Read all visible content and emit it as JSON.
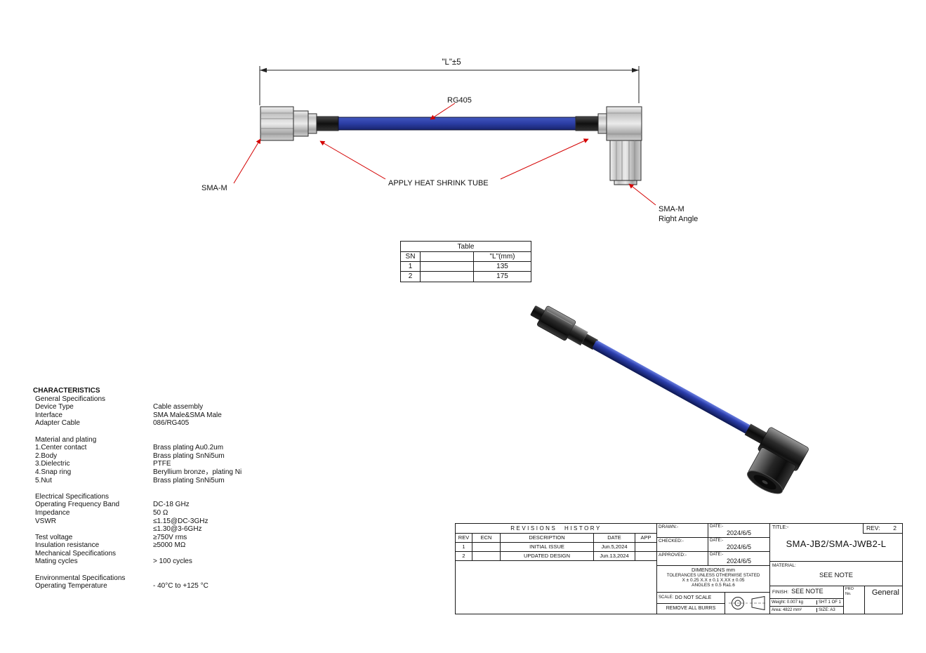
{
  "drawing": {
    "dim_label": "\"L\"±5",
    "cable_label": "RG405",
    "left_connector_label": "SMA-M",
    "heat_shrink_label": "APPLY HEAT SHRINK TUBE",
    "right_connector_label_line1": "SMA-M",
    "right_connector_label_line2": "Right Angle"
  },
  "length_table": {
    "title": "Table",
    "sn_header": "SN",
    "length_header": "\"L\"(mm)",
    "rows": [
      {
        "sn": "1",
        "length": "135"
      },
      {
        "sn": "2",
        "length": "175"
      }
    ]
  },
  "characteristics": {
    "rows": [
      {
        "label": "CHARACTERISTICS",
        "value": ""
      },
      {
        "label": "General Specifications",
        "value": ""
      },
      {
        "label": "Device Type",
        "value": "Cable assembly"
      },
      {
        "label": "Interface",
        "value": "SMA Male&SMA Male"
      },
      {
        "label": "Adapter Cable",
        "value": "086/RG405"
      },
      {
        "label": "",
        "value": ""
      },
      {
        "label": "Material and plating",
        "value": ""
      },
      {
        "label": "1.Center contact",
        "value": "Brass plating Au0.2um"
      },
      {
        "label": "2.Body",
        "value": "Brass plating SnNi5um"
      },
      {
        "label": "3.Dielectric",
        "value": "PTFE"
      },
      {
        "label": "4.Snap ring",
        "value": "Beryllium bronze，plating Ni"
      },
      {
        "label": "5.Nut",
        "value": "Brass plating SnNi5um"
      },
      {
        "label": "",
        "value": ""
      },
      {
        "label": "Electrical Specifications",
        "value": ""
      },
      {
        "label": "Operating Frequency Band",
        "value": "DC-18 GHz"
      },
      {
        "label": "Impedance",
        "value": "50 Ω"
      },
      {
        "label": "VSWR",
        "value": "≤1.15@DC-3GHz"
      },
      {
        "label": "",
        "value": "≤1.30@3-6GHz"
      },
      {
        "label": "Test voltage",
        "value": "≥750V rms"
      },
      {
        "label": "Insulation resistance",
        "value": "≥5000 MΩ"
      },
      {
        "label": "Mechanical Specifications",
        "value": ""
      },
      {
        "label": "Mating cycles",
        "value": "> 100 cycles"
      },
      {
        "label": "",
        "value": ""
      },
      {
        "label": "Environmental Specifications",
        "value": ""
      },
      {
        "label": "Operating Temperature",
        "value": "- 40°C to +125 °C"
      }
    ]
  },
  "title_block": {
    "revisions": {
      "title": "REVISIONS HISTORY",
      "headers": [
        "REV",
        "ECN",
        "DESCRIPTION",
        "DATE",
        "APP"
      ],
      "rows": [
        {
          "rev": "1",
          "ecn": "",
          "description": "INITIAL ISSUE",
          "date": "Jun.5,2024",
          "app": ""
        },
        {
          "rev": "2",
          "ecn": "",
          "description": "UPDATED DESIGN",
          "date": "Jun.13,2024",
          "app": ""
        }
      ]
    },
    "signoff": {
      "date_label": "DATE:-",
      "rows": [
        {
          "role": "DRAWN:-",
          "date": "2024/6/5"
        },
        {
          "role": "CHECKED:-",
          "date": "2024/6/5"
        },
        {
          "role": "APPROVED:-",
          "date": "2024/6/5"
        }
      ]
    },
    "dimensions_note": "DIMENSIONS  mm",
    "tolerances_line1": "TOLERANCES UNLESS OTHERWISE STATED",
    "tolerances_line2": "X ± 0.25   X.X ± 0.1   X.XX ± 0.05",
    "tolerances_line3": "ANGLES ± 0.5   Ra1.6",
    "scale_label": "SCALE:",
    "scale_value": "DO NOT SCALE",
    "burrs_note": "REMOVE ALL BURRS",
    "title_label": "TITLE:-",
    "title": "SMA-JB2/SMA-JWB2-L",
    "rev_label": "REV:",
    "rev_value": "2",
    "material_label": "MATERIAL:",
    "material_value": "SEE NOTE",
    "finish_label": "FINISH:",
    "finish_value": "SEE NOTE",
    "pro_label": "PRO",
    "pro_no_label": "No.",
    "pro_value": "General",
    "weight_label": "Weight:",
    "weight_value": "0.007 kg",
    "sheet_text": "SHT 1 OF 1",
    "area_label": "Area:",
    "area_value": "4822 mm²",
    "size_label": "SIZE:",
    "size_value": "A3"
  }
}
